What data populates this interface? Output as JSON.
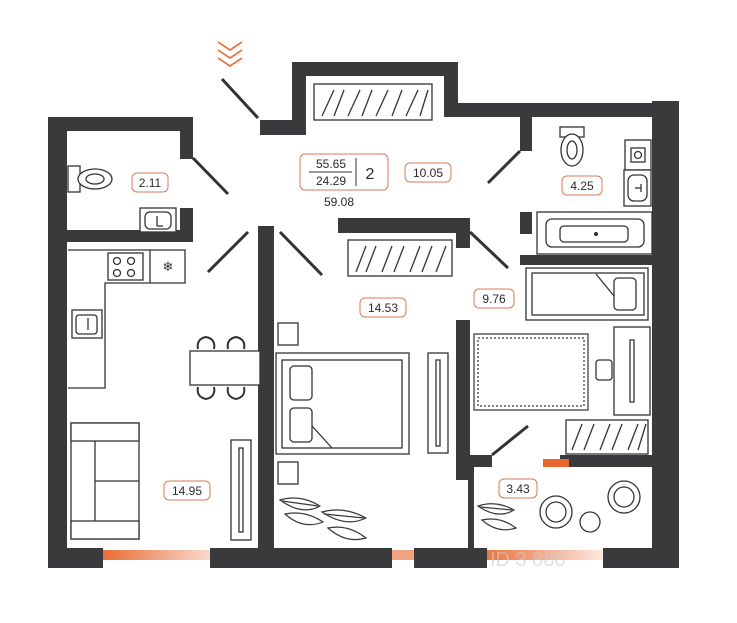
{
  "plan": {
    "summary": {
      "living_area": "55.65",
      "total_area_alt": "24.29",
      "rooms": "2",
      "total_area": "59.08"
    },
    "rooms": [
      {
        "id": "wc",
        "area": "2.11"
      },
      {
        "id": "hall",
        "area": "10.05"
      },
      {
        "id": "bathroom",
        "area": "4.25"
      },
      {
        "id": "bedroom",
        "area": "14.53"
      },
      {
        "id": "kids-room",
        "area": "9.76"
      },
      {
        "id": "kitchen-living",
        "area": "14.95"
      },
      {
        "id": "balcony",
        "area": "3.43"
      }
    ],
    "colors": {
      "wall": "#3a3a3c",
      "accent": "#e8662c",
      "line": "#333333",
      "label_border": "#d97b54"
    },
    "watermark": "ID 3 880"
  }
}
